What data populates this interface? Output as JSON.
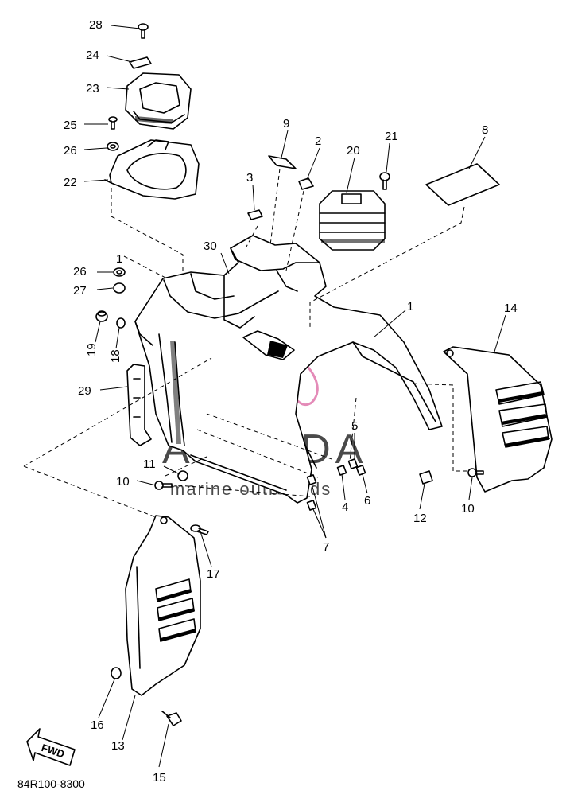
{
  "diagram_code": "84R100-8300",
  "fwd_label": "FWD",
  "watermark": {
    "title": "ARMADA",
    "subtitle": "marine outboards",
    "color": "#e48bb8"
  },
  "callouts": [
    {
      "id": "c28",
      "label": "28"
    },
    {
      "id": "c24",
      "label": "24"
    },
    {
      "id": "c23",
      "label": "23"
    },
    {
      "id": "c25",
      "label": "25"
    },
    {
      "id": "c26a",
      "label": "26"
    },
    {
      "id": "c22",
      "label": "22"
    },
    {
      "id": "c9",
      "label": "9"
    },
    {
      "id": "c2",
      "label": "2"
    },
    {
      "id": "c20",
      "label": "20"
    },
    {
      "id": "c21",
      "label": "21"
    },
    {
      "id": "c8",
      "label": "8"
    },
    {
      "id": "c3",
      "label": "3"
    },
    {
      "id": "c30",
      "label": "30"
    },
    {
      "id": "c1a",
      "label": "1"
    },
    {
      "id": "c26b",
      "label": "26"
    },
    {
      "id": "c27",
      "label": "27"
    },
    {
      "id": "c19",
      "label": "19"
    },
    {
      "id": "c18",
      "label": "18"
    },
    {
      "id": "c1b",
      "label": "1"
    },
    {
      "id": "c14",
      "label": "14"
    },
    {
      "id": "c29",
      "label": "29"
    },
    {
      "id": "c5",
      "label": "5"
    },
    {
      "id": "c11",
      "label": "11"
    },
    {
      "id": "c10a",
      "label": "10"
    },
    {
      "id": "c4",
      "label": "4"
    },
    {
      "id": "c6",
      "label": "6"
    },
    {
      "id": "c12",
      "label": "12"
    },
    {
      "id": "c10b",
      "label": "10"
    },
    {
      "id": "c7",
      "label": "7"
    },
    {
      "id": "c17",
      "label": "17"
    },
    {
      "id": "c16",
      "label": "16"
    },
    {
      "id": "c13",
      "label": "13"
    },
    {
      "id": "c15",
      "label": "15"
    }
  ]
}
